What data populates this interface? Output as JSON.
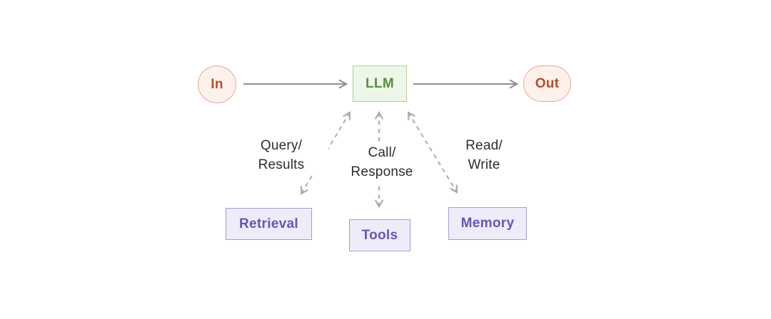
{
  "diagram": {
    "nodes": {
      "in": {
        "label": "In"
      },
      "llm": {
        "label": "LLM"
      },
      "out": {
        "label": "Out"
      },
      "retrieval": {
        "label": "Retrieval"
      },
      "tools": {
        "label": "Tools"
      },
      "memory": {
        "label": "Memory"
      }
    },
    "edge_labels": {
      "query_results": {
        "line1": "Query/",
        "line2": "Results"
      },
      "call_response": {
        "line1": "Call/",
        "line2": "Response"
      },
      "read_write": {
        "line1": "Read/",
        "line2": "Write"
      }
    },
    "colors": {
      "io_fill": "#fdf1ec",
      "io_border": "#e8a794",
      "io_text": "#bc4a26",
      "llm_fill": "#eef6e8",
      "llm_border": "#a9d295",
      "llm_text": "#53923b",
      "module_fill": "#efecf9",
      "module_border": "#a49bd8",
      "module_text": "#6355bb",
      "solid_arrow": "#8f8f8f",
      "dashed_arrow": "#aeaca3",
      "label_text": "#2e2e2e"
    }
  }
}
